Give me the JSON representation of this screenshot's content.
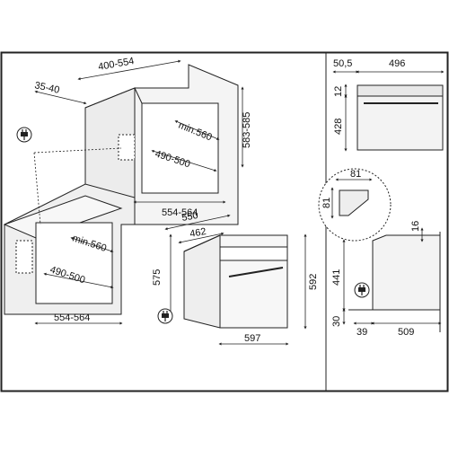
{
  "labels": {
    "cabinet_depth": "400-554",
    "cabinet_top_gap": "35-40",
    "upper_min_depth": "min.560",
    "upper_height_range": "583-585",
    "upper_opening_height": "490-500",
    "upper_opening_width": "554-564",
    "lower_min_depth": "min.560",
    "lower_opening_height": "490-500",
    "lower_opening_width": "554-564",
    "oven_depth_total": "550",
    "oven_body_depth": "462",
    "oven_height_body": "575",
    "oven_height_total": "592",
    "oven_width": "597",
    "side_front_thickness": "50,5",
    "side_body_depth": "496",
    "side_top_gap": "12",
    "side_body_height": "428",
    "detail_diag": "81",
    "detail_vert": "81",
    "install_top_gap": "16",
    "install_height": "441",
    "install_bottom_gap": "30",
    "install_front": "39",
    "install_depth": "509"
  },
  "icons": [
    "power-plug-icon",
    "power-plug-icon",
    "power-plug-icon"
  ],
  "colors": {
    "line": "#222222",
    "wall_fill": "#f2f2f2",
    "wall_dark": "#e4e4e4",
    "oven_fill": "#efefef"
  }
}
